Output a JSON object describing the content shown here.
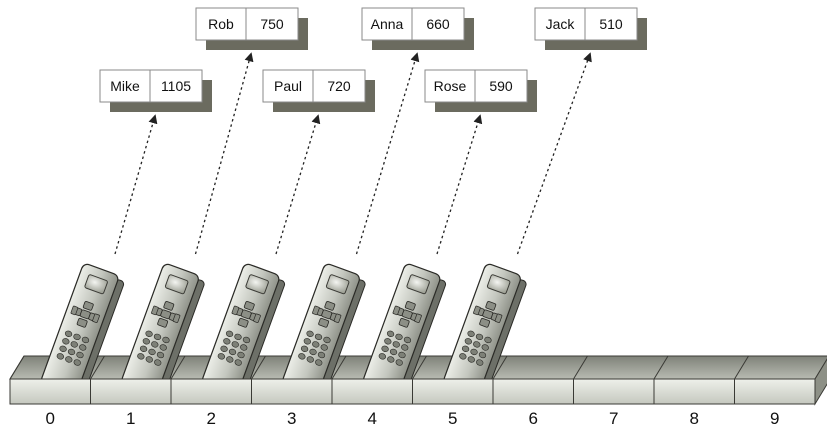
{
  "records": [
    {
      "name": "Mike",
      "value": "1105",
      "slot": 0
    },
    {
      "name": "Rob",
      "value": "750",
      "slot": 1
    },
    {
      "name": "Paul",
      "value": "720",
      "slot": 2
    },
    {
      "name": "Anna",
      "value": "660",
      "slot": 3
    },
    {
      "name": "Rose",
      "value": "590",
      "slot": 4
    },
    {
      "name": "Jack",
      "value": "510",
      "slot": 5
    }
  ],
  "slots": [
    "0",
    "1",
    "2",
    "3",
    "4",
    "5",
    "6",
    "7",
    "8",
    "9"
  ],
  "colors": {
    "box_border": "#8a8a8a",
    "shadow": "#6b6b5f",
    "tray_light": "#e4e6de",
    "tray_mid": "#b9bcb1",
    "tray_dark": "#8d9086",
    "device_body": "#c9ccc4",
    "device_dark": "#6d7068",
    "arrow": "#222222"
  }
}
